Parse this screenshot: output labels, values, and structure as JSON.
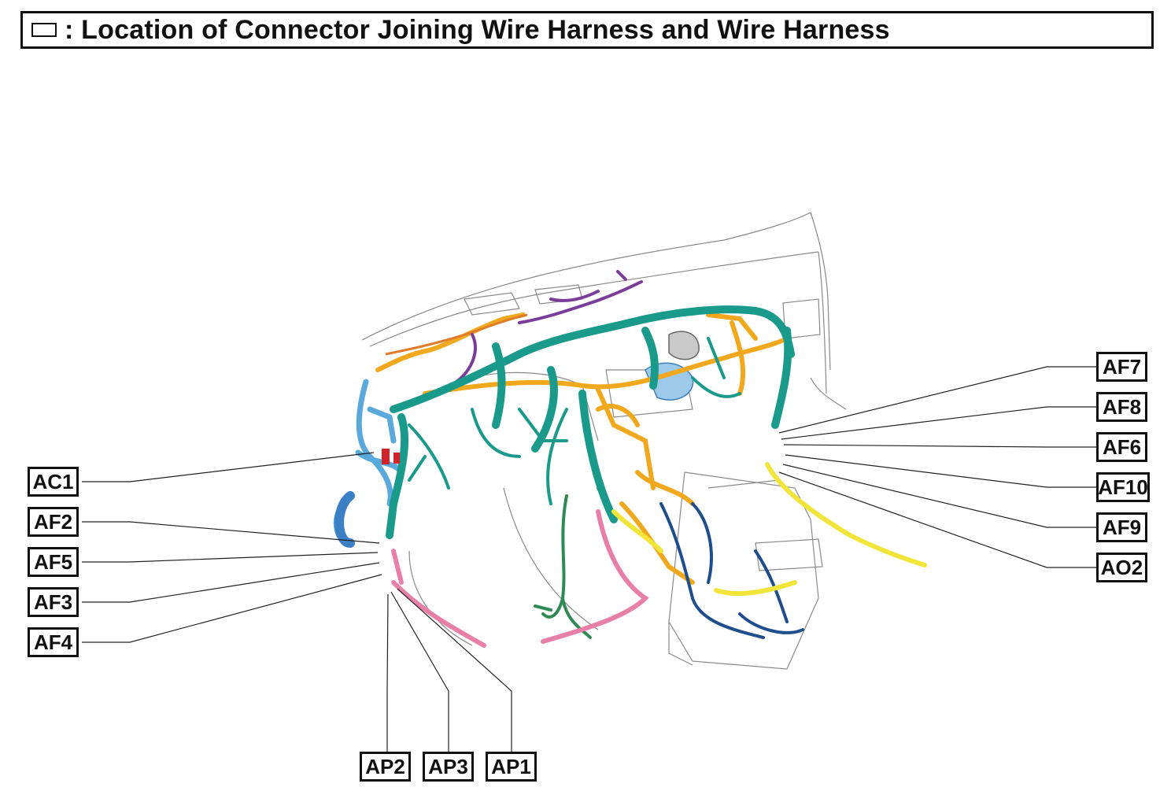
{
  "title": {
    "icon": "connector-box-icon",
    "text": ": Location of Connector Joining Wire Harness and Wire Harness"
  },
  "labels": {
    "AC1": "AC1",
    "AF2": "AF2",
    "AF5": "AF5",
    "AF3": "AF3",
    "AF4": "AF4",
    "AF7": "AF7",
    "AF8": "AF8",
    "AF6": "AF6",
    "AF10": "AF10",
    "AF9": "AF9",
    "AO2": "AO2",
    "AP2": "AP2",
    "AP3": "AP3",
    "AP1": "AP1"
  },
  "colors": {
    "harness_teal": "#1a9a8a",
    "harness_orange": "#f2a81d",
    "harness_yellow": "#f1e53a",
    "harness_blue": "#1f4e8c",
    "harness_lightblue": "#5aa9dc",
    "harness_pink": "#e87fa7",
    "harness_purple": "#7a3d9a",
    "harness_green": "#2f8a55",
    "harness_red": "#d2232a"
  }
}
